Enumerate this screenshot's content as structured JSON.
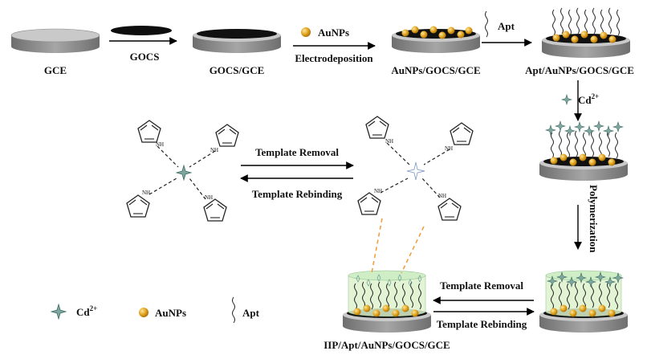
{
  "labels": {
    "gce": "GCE",
    "gocs": "GOCS",
    "gocs_gce": "GOCS/GCE",
    "aunps": "AuNPs",
    "electrodeposition": "Electrodeposition",
    "aunps_gocs_gce": "AuNPs/GOCS/GCE",
    "apt": "Apt",
    "apt_aunps_gocs_gce": "Apt/AuNPs/GOCS/GCE",
    "cd_base": "Cd",
    "cd_sup": "2+",
    "polymerization": "Polymerization",
    "template_removal_top": "Template Removal",
    "template_rebinding_top": "Template Rebinding",
    "template_removal_bottom": "Template Removal",
    "template_rebinding_bottom": "Template Rebinding",
    "iip": "IIP/Apt/AuNPs/GOCS/GCE",
    "nh": "NH"
  },
  "legend": {
    "cd_base": "Cd",
    "cd_sup": "2+",
    "aunps": "AuNPs",
    "apt": "Apt"
  },
  "colors": {
    "electrode_top": "#c8c8c8",
    "electrode_side": "#8f8f8f",
    "gocs": "#111111",
    "gold": "#e0a21a",
    "gold_hi": "#f8e08a",
    "cd_star": "#6d9a92",
    "polymer": "#d7efc6",
    "dashed_orange": "#f0a040"
  }
}
